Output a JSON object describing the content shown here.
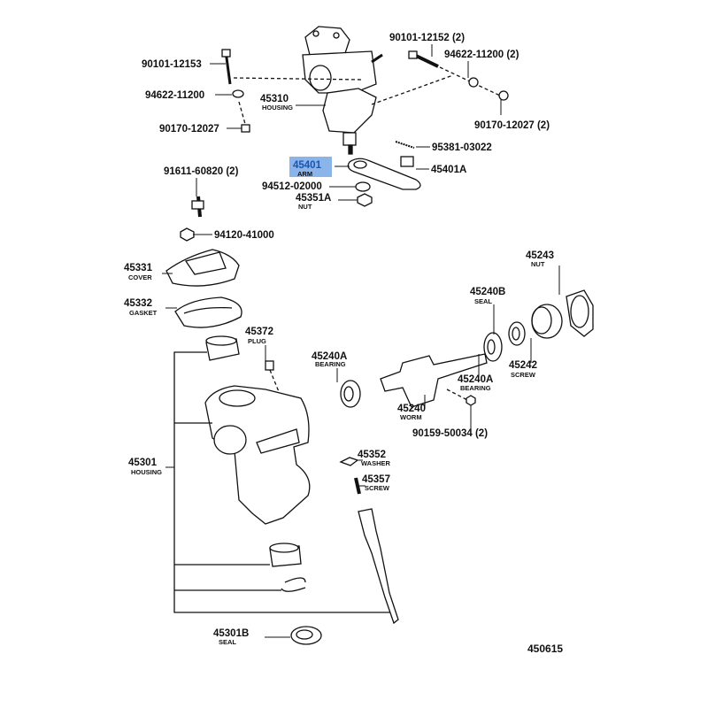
{
  "diagram_id": "450615",
  "highlight_color": "#8ab4ea",
  "selected_part": "45401",
  "parts": [
    {
      "number": "90101-12152 (2)"
    },
    {
      "number": "94622-11200 (2)"
    },
    {
      "number": "90101-12153"
    },
    {
      "number": "94622-11200"
    },
    {
      "number": "45310",
      "name": "HOUSING"
    },
    {
      "number": "90170-12027"
    },
    {
      "number": "90170-12027 (2)"
    },
    {
      "number": "95381-03022"
    },
    {
      "number": "45401",
      "name": "ARM"
    },
    {
      "number": "45401A"
    },
    {
      "number": "91611-60820 (2)"
    },
    {
      "number": "94512-02000"
    },
    {
      "number": "45351A",
      "name": "NUT"
    },
    {
      "number": "94120-41000"
    },
    {
      "number": "45331",
      "name": "COVER"
    },
    {
      "number": "45332",
      "name": "GASKET"
    },
    {
      "number": "45372",
      "name": "PLUG"
    },
    {
      "number": "45240A",
      "name": "BEARING"
    },
    {
      "number": "45240B",
      "name": "SEAL"
    },
    {
      "number": "45243",
      "name": "NUT"
    },
    {
      "number": "45242",
      "name": "SCREW"
    },
    {
      "number": "45240A",
      "name": "BEARING"
    },
    {
      "number": "45240",
      "name": "WORM"
    },
    {
      "number": "90159-50034 (2)"
    },
    {
      "number": "45301",
      "name": "HOUSING"
    },
    {
      "number": "45352",
      "name": "WASHER"
    },
    {
      "number": "45357",
      "name": "SCREW"
    },
    {
      "number": "45301B",
      "name": "SEAL"
    }
  ]
}
